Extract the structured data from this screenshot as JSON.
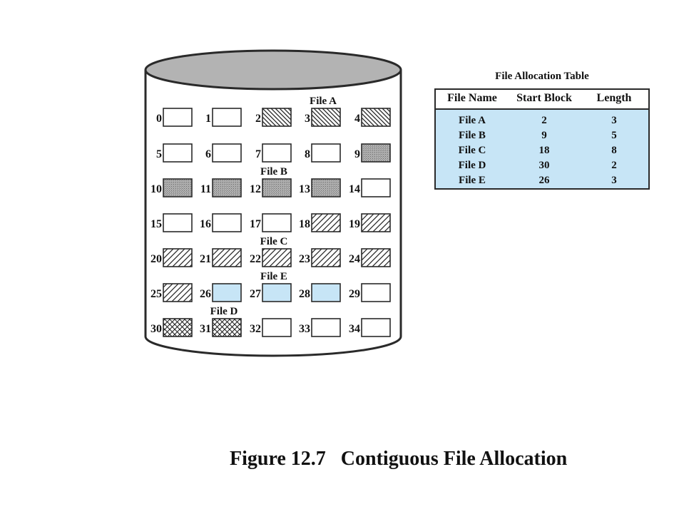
{
  "diagram": {
    "blocks": [
      {
        "label": "0",
        "fill": "empty"
      },
      {
        "label": "1",
        "fill": "empty"
      },
      {
        "label": "2",
        "fill": "fileA"
      },
      {
        "label": "3",
        "fill": "fileA"
      },
      {
        "label": "4",
        "fill": "fileA"
      },
      {
        "label": "5",
        "fill": "empty"
      },
      {
        "label": "6",
        "fill": "empty"
      },
      {
        "label": "7",
        "fill": "empty"
      },
      {
        "label": "8",
        "fill": "empty"
      },
      {
        "label": "9",
        "fill": "fileB"
      },
      {
        "label": "10",
        "fill": "fileB"
      },
      {
        "label": "11",
        "fill": "fileB"
      },
      {
        "label": "12",
        "fill": "fileB"
      },
      {
        "label": "13",
        "fill": "fileB"
      },
      {
        "label": "14",
        "fill": "empty"
      },
      {
        "label": "15",
        "fill": "empty"
      },
      {
        "label": "16",
        "fill": "empty"
      },
      {
        "label": "17",
        "fill": "empty"
      },
      {
        "label": "18",
        "fill": "fileC"
      },
      {
        "label": "19",
        "fill": "fileC"
      },
      {
        "label": "20",
        "fill": "fileC"
      },
      {
        "label": "21",
        "fill": "fileC"
      },
      {
        "label": "22",
        "fill": "fileC"
      },
      {
        "label": "23",
        "fill": "fileC"
      },
      {
        "label": "24",
        "fill": "fileC"
      },
      {
        "label": "25",
        "fill": "fileC"
      },
      {
        "label": "26",
        "fill": "fileE"
      },
      {
        "label": "27",
        "fill": "fileE"
      },
      {
        "label": "28",
        "fill": "fileE"
      },
      {
        "label": "29",
        "fill": "empty"
      },
      {
        "label": "30",
        "fill": "fileD"
      },
      {
        "label": "31",
        "fill": "fileD"
      },
      {
        "label": "32",
        "fill": "empty"
      },
      {
        "label": "33",
        "fill": "empty"
      },
      {
        "label": "34",
        "fill": "empty"
      }
    ],
    "file_labels": [
      {
        "text": "File A",
        "above_block": "3"
      },
      {
        "text": "File B",
        "above_block": "12"
      },
      {
        "text": "File C",
        "above_block": "22"
      },
      {
        "text": "File E",
        "above_block": "27"
      },
      {
        "text": "File D",
        "above_block": "31"
      }
    ]
  },
  "fat": {
    "title": "File Allocation Table",
    "headers": [
      "File Name",
      "Start Block",
      "Length"
    ],
    "rows": [
      [
        "File A",
        "2",
        "3"
      ],
      [
        "File B",
        "9",
        "5"
      ],
      [
        "File C",
        "18",
        "8"
      ],
      [
        "File D",
        "30",
        "2"
      ],
      [
        "File E",
        "26",
        "3"
      ]
    ]
  },
  "caption": "Figure 12.7   Contiguous File Allocation",
  "colors": {
    "disk_top": "#b3b3b3",
    "outline": "#2a2a2a",
    "file_e": "#c7e5f6",
    "file_b": "#a9a9a9",
    "table_bg": "#c7e5f6"
  }
}
